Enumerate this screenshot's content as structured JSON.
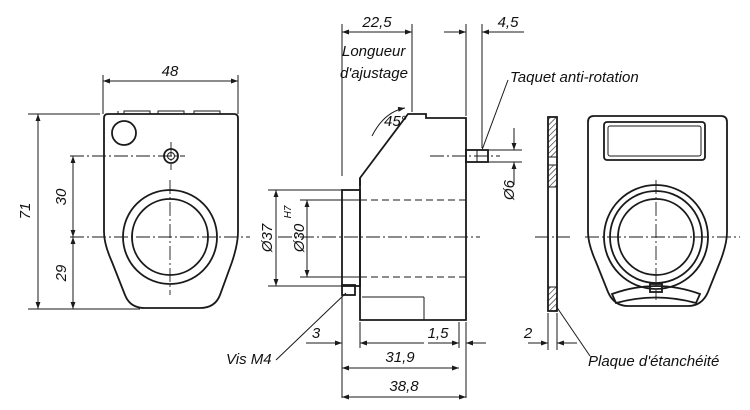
{
  "dimensions": {
    "width_48": "48",
    "height_71": "71",
    "upper_30": "30",
    "lower_29": "29",
    "adjust_22_5": "22,5",
    "pin_4_5": "4,5",
    "dia_37": "Ø37",
    "dia_30_h7": "Ø30",
    "h7_tol": "H7",
    "dia_6": "Ø6",
    "len_3": "3",
    "len_1_5": "1,5",
    "len_31_9": "31,9",
    "len_38_8": "38,8",
    "thick_2": "2",
    "angle_45": "45°"
  },
  "labels": {
    "longueur": "Longueur",
    "ajustage": "d'ajustage",
    "taquet": "Taquet anti-rotation",
    "vis": "Vis M4",
    "plaque": "Plaque d'étanchéité"
  }
}
